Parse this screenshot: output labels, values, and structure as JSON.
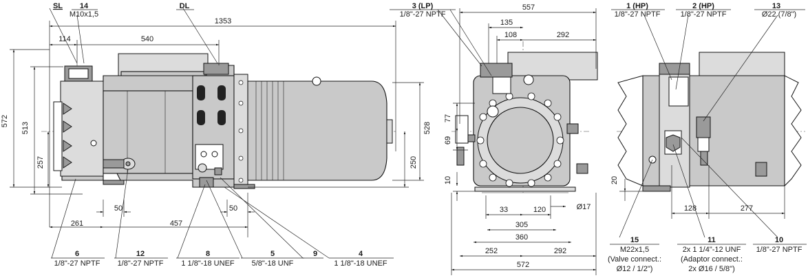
{
  "dimensions": {
    "d1353": "1353",
    "d114": "114",
    "d540": "540",
    "d572": "572",
    "d513": "513",
    "d257": "257",
    "d528": "528",
    "d250": "250",
    "d50a": "50",
    "d50b": "50",
    "d261": "261",
    "d457": "457",
    "d557": "557",
    "d135": "135",
    "d108": "108",
    "d292a": "292",
    "d77": "77",
    "d69": "69",
    "d10": "10",
    "d33": "33",
    "d120": "120",
    "d17": "Ø17",
    "d305": "305",
    "d360": "360",
    "d252": "252",
    "d292b": "292",
    "d572b": "572",
    "d20": "20",
    "d128": "128",
    "d277": "277"
  },
  "callouts": {
    "sl": {
      "num": "SL",
      "text": ""
    },
    "c14": {
      "num": "14",
      "text": "M10x1,5"
    },
    "dl": {
      "num": "DL",
      "text": ""
    },
    "c3": {
      "num": "3 (LP)",
      "text": "1/8\"-27 NPTF"
    },
    "c1": {
      "num": "1 (HP)",
      "text": "1/8\"-27 NPTF"
    },
    "c2": {
      "num": "2 (HP)",
      "text": "1/8\"-27 NPTF"
    },
    "c13": {
      "num": "13",
      "text": "Ø22 (7/8\")"
    },
    "c6": {
      "num": "6",
      "text": "1/8\"-27 NPTF"
    },
    "c12": {
      "num": "12",
      "text": "1/8\"-27 NPTF"
    },
    "c8": {
      "num": "8",
      "text": "1 1/8\"-18 UNEF"
    },
    "c5": {
      "num": "5",
      "text": "5/8\"-18 UNF"
    },
    "c9": {
      "num": "9",
      "text": ""
    },
    "c4": {
      "num": "4",
      "text": "1 1/8\"-18 UNEF"
    },
    "c15": {
      "num": "15",
      "line1": "M22x1,5",
      "line2": "(Valve connect.:",
      "line3": "Ø12 / 1/2\")"
    },
    "c11": {
      "num": "11",
      "line1": "2x 1 1/4\"-12 UNF",
      "line2": "(Adaptor connect.:",
      "line3": "2x Ø16 / 5/8\")"
    },
    "c10": {
      "num": "10",
      "text": "1/8\"-27 NPTF"
    }
  },
  "colors": {
    "line": "#111111",
    "fill": "#c9c9c9",
    "dark": "#9a9a9a"
  }
}
